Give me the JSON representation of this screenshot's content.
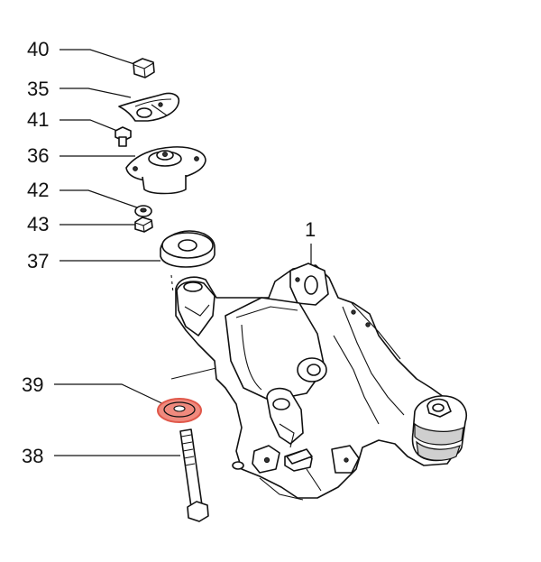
{
  "diagram": {
    "callouts": [
      {
        "id": "40",
        "part": "nut"
      },
      {
        "id": "35",
        "part": "bracket"
      },
      {
        "id": "41",
        "part": "bolt"
      },
      {
        "id": "36",
        "part": "mount"
      },
      {
        "id": "42",
        "part": "nut"
      },
      {
        "id": "43",
        "part": "nut"
      },
      {
        "id": "37",
        "part": "bushing"
      },
      {
        "id": "39",
        "part": "washer"
      },
      {
        "id": "38",
        "part": "long-bolt"
      },
      {
        "id": "1",
        "part": "differential-housing"
      }
    ],
    "highlight": {
      "part_id": "39",
      "color": "#f08a7e"
    }
  }
}
